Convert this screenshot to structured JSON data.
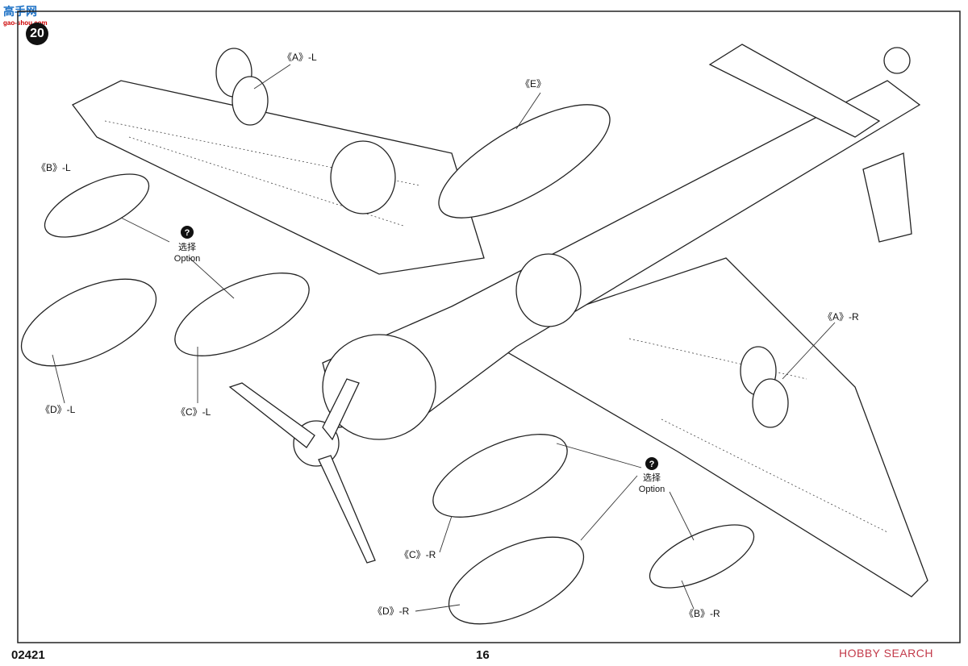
{
  "watermark_logo": {
    "text": "高手网",
    "subtext": "gao-shou.com"
  },
  "step_number": "20",
  "labels": {
    "a_left": "《A》-L",
    "b_left": "《B》-L",
    "c_left": "《C》-L",
    "d_left": "《D》-L",
    "e": "《E》",
    "a_right": "《A》-R",
    "b_right": "《B》-R",
    "c_right": "《C》-R",
    "d_right": "《D》-R"
  },
  "option_left": {
    "icon": "question-icon",
    "glyph": "?",
    "cn": "选择",
    "en": "Option"
  },
  "option_right": {
    "icon": "question-icon",
    "glyph": "?",
    "cn": "选择",
    "en": "Option"
  },
  "footer": {
    "product_code": "02421",
    "page_number": "16",
    "source_watermark": "HOBBY SEARCH"
  }
}
